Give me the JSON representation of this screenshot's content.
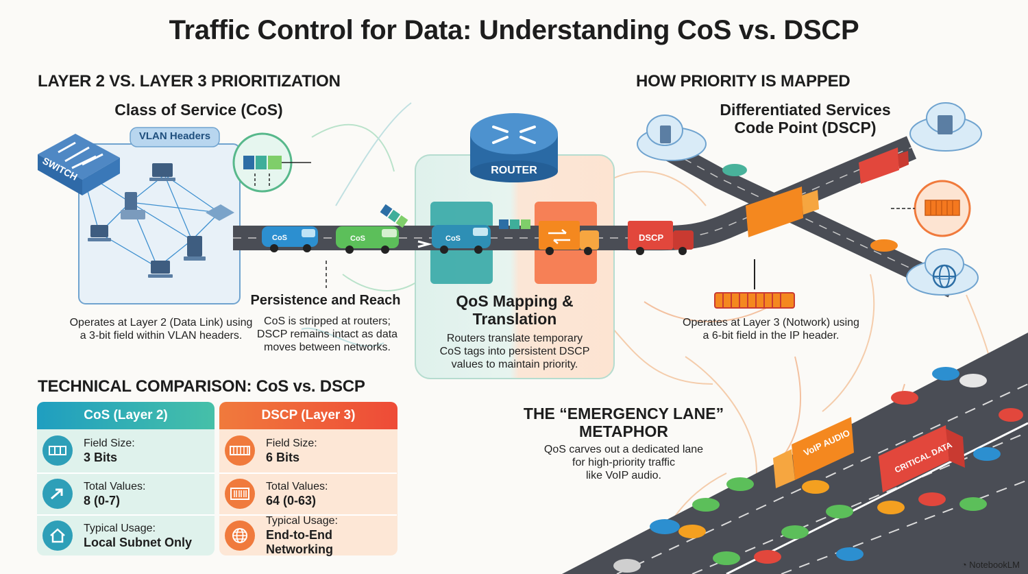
{
  "title": "Traffic Control for Data: Understanding CoS vs. DSCP",
  "left": {
    "heading": "LAYER 2 VS. LAYER 3 PRIORITIZATION",
    "cos_title": "Class of Service (CoS)",
    "vlan_label": "VLAN Headers",
    "switch_label": "SWITCH",
    "description": [
      "Operates at Layer 2 (Data Link) using",
      "a 3-bit field within VLAN headers."
    ]
  },
  "persistence": {
    "title": "Persistence and Reach",
    "description": [
      "CoS is stripped at routers;",
      "DSCP remains intact as data",
      "moves between networks."
    ]
  },
  "router": {
    "label": "ROUTER",
    "mapping_title": [
      "QoS Mapping &",
      "Translation"
    ],
    "mapping_description": [
      "Routers translate temporary",
      "CoS tags into persistent DSCP",
      "values to maintain priority."
    ]
  },
  "vehicles": {
    "cos_tag": "CoS",
    "dscp_tag": "DSCP",
    "voip_tag": "VoIP AUDIO",
    "critical_tag": "CRITICAL DATA"
  },
  "right": {
    "heading": "HOW PRIORITY IS MAPPED",
    "dscp_title": [
      "Differentiated Services",
      "Code Point (DSCP)"
    ],
    "description": [
      "Operates at Layer 3 (Notwork) using",
      "a 6-bit field in the IP header."
    ]
  },
  "metaphor": {
    "title": [
      "THE “EMERGENCY LANE”",
      "METAPHOR"
    ],
    "description": [
      "QoS carves out a dedicated lane",
      "for high-priority traffic",
      "like VoIP audio."
    ]
  },
  "comparison": {
    "heading": "TECHNICAL COMPARISON: CoS vs. DSCP",
    "cos": {
      "header": "CoS (Layer 2)",
      "rows": [
        {
          "label": "Field Size:",
          "value": "3 Bits",
          "icon": "bits-icon"
        },
        {
          "label": "Total Values:",
          "value": "8 (0-7)",
          "icon": "arrow-icon"
        },
        {
          "label": "Typical Usage:",
          "value": "Local Subnet Only",
          "icon": "home-icon"
        }
      ]
    },
    "dscp": {
      "header": "DSCP (Layer 3)",
      "rows": [
        {
          "label": "Field Size:",
          "value": "6 Bits",
          "icon": "bits-icon"
        },
        {
          "label": "Total Values:",
          "value": "64 (0-63)",
          "icon": "barcode-icon"
        },
        {
          "label": "Typical Usage:",
          "value": "End-to-End Networking",
          "icon": "globe-icon"
        }
      ]
    }
  },
  "brand": "NotebookLM",
  "colors": {
    "teal": "#2fb3b0",
    "orange": "#f07a3c",
    "blue_van": "#2c8fd0",
    "green_van": "#5cbf5a",
    "red_truck": "#e2473c",
    "road": "#4a4d55"
  }
}
